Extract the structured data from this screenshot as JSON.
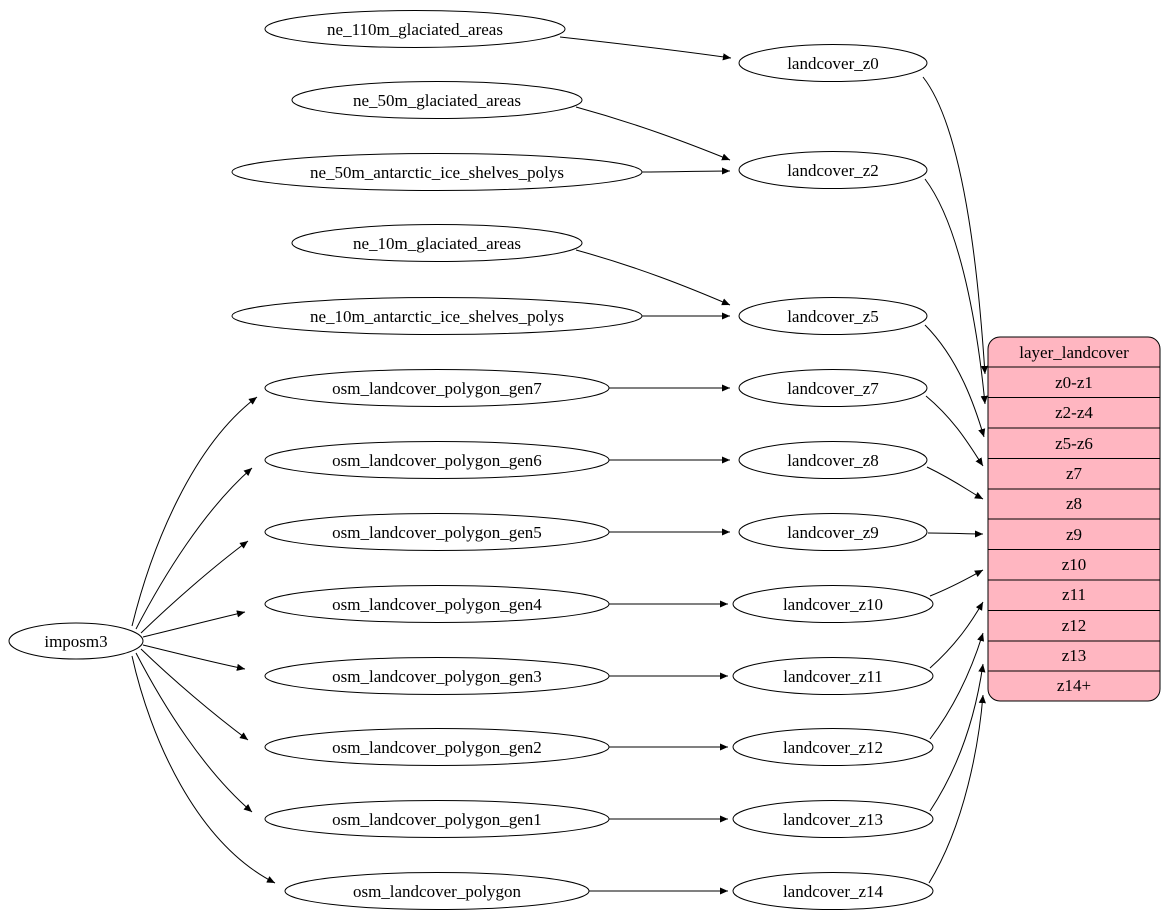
{
  "diagram": {
    "type": "graphviz-dependency-graph",
    "background": "#ffffff",
    "node_fill": "#ffffff",
    "record_fill": "#ffb6c1",
    "stroke": "#000000",
    "nodes": {
      "imposm3": "imposm3",
      "ne_110m_glaciated_areas": "ne_110m_glaciated_areas",
      "ne_50m_glaciated_areas": "ne_50m_glaciated_areas",
      "ne_50m_antarctic_ice_shelves_polys": "ne_50m_antarctic_ice_shelves_polys",
      "ne_10m_glaciated_areas": "ne_10m_glaciated_areas",
      "ne_10m_antarctic_ice_shelves_polys": "ne_10m_antarctic_ice_shelves_polys",
      "osm_landcover_polygon_gen7": "osm_landcover_polygon_gen7",
      "osm_landcover_polygon_gen6": "osm_landcover_polygon_gen6",
      "osm_landcover_polygon_gen5": "osm_landcover_polygon_gen5",
      "osm_landcover_polygon_gen4": "osm_landcover_polygon_gen4",
      "osm_landcover_polygon_gen3": "osm_landcover_polygon_gen3",
      "osm_landcover_polygon_gen2": "osm_landcover_polygon_gen2",
      "osm_landcover_polygon_gen1": "osm_landcover_polygon_gen1",
      "osm_landcover_polygon": "osm_landcover_polygon",
      "landcover_z0": "landcover_z0",
      "landcover_z2": "landcover_z2",
      "landcover_z5": "landcover_z5",
      "landcover_z7": "landcover_z7",
      "landcover_z8": "landcover_z8",
      "landcover_z9": "landcover_z9",
      "landcover_z10": "landcover_z10",
      "landcover_z11": "landcover_z11",
      "landcover_z12": "landcover_z12",
      "landcover_z13": "landcover_z13",
      "landcover_z14": "landcover_z14"
    },
    "record": {
      "title": "layer_landcover",
      "rows": [
        "z0-z1",
        "z2-z4",
        "z5-z6",
        "z7",
        "z8",
        "z9",
        "z10",
        "z11",
        "z12",
        "z13",
        "z14+"
      ]
    },
    "edges": [
      {
        "from": "imposm3",
        "to": "osm_landcover_polygon_gen7"
      },
      {
        "from": "imposm3",
        "to": "osm_landcover_polygon_gen6"
      },
      {
        "from": "imposm3",
        "to": "osm_landcover_polygon_gen5"
      },
      {
        "from": "imposm3",
        "to": "osm_landcover_polygon_gen4"
      },
      {
        "from": "imposm3",
        "to": "osm_landcover_polygon_gen3"
      },
      {
        "from": "imposm3",
        "to": "osm_landcover_polygon_gen2"
      },
      {
        "from": "imposm3",
        "to": "osm_landcover_polygon_gen1"
      },
      {
        "from": "imposm3",
        "to": "osm_landcover_polygon"
      },
      {
        "from": "ne_110m_glaciated_areas",
        "to": "landcover_z0"
      },
      {
        "from": "ne_50m_glaciated_areas",
        "to": "landcover_z2"
      },
      {
        "from": "ne_50m_antarctic_ice_shelves_polys",
        "to": "landcover_z2"
      },
      {
        "from": "ne_10m_glaciated_areas",
        "to": "landcover_z5"
      },
      {
        "from": "ne_10m_antarctic_ice_shelves_polys",
        "to": "landcover_z5"
      },
      {
        "from": "osm_landcover_polygon_gen7",
        "to": "landcover_z7"
      },
      {
        "from": "osm_landcover_polygon_gen6",
        "to": "landcover_z8"
      },
      {
        "from": "osm_landcover_polygon_gen5",
        "to": "landcover_z9"
      },
      {
        "from": "osm_landcover_polygon_gen4",
        "to": "landcover_z10"
      },
      {
        "from": "osm_landcover_polygon_gen3",
        "to": "landcover_z11"
      },
      {
        "from": "osm_landcover_polygon_gen2",
        "to": "landcover_z12"
      },
      {
        "from": "osm_landcover_polygon_gen1",
        "to": "landcover_z13"
      },
      {
        "from": "osm_landcover_polygon",
        "to": "landcover_z14"
      },
      {
        "from": "landcover_z0",
        "to": "layer_landcover.z0-z1"
      },
      {
        "from": "landcover_z2",
        "to": "layer_landcover.z2-z4"
      },
      {
        "from": "landcover_z5",
        "to": "layer_landcover.z5-z6"
      },
      {
        "from": "landcover_z7",
        "to": "layer_landcover.z7"
      },
      {
        "from": "landcover_z8",
        "to": "layer_landcover.z8"
      },
      {
        "from": "landcover_z9",
        "to": "layer_landcover.z9"
      },
      {
        "from": "landcover_z10",
        "to": "layer_landcover.z10"
      },
      {
        "from": "landcover_z11",
        "to": "layer_landcover.z11"
      },
      {
        "from": "landcover_z12",
        "to": "layer_landcover.z12"
      },
      {
        "from": "landcover_z13",
        "to": "layer_landcover.z13"
      },
      {
        "from": "landcover_z14",
        "to": "layer_landcover.z14+"
      }
    ]
  }
}
